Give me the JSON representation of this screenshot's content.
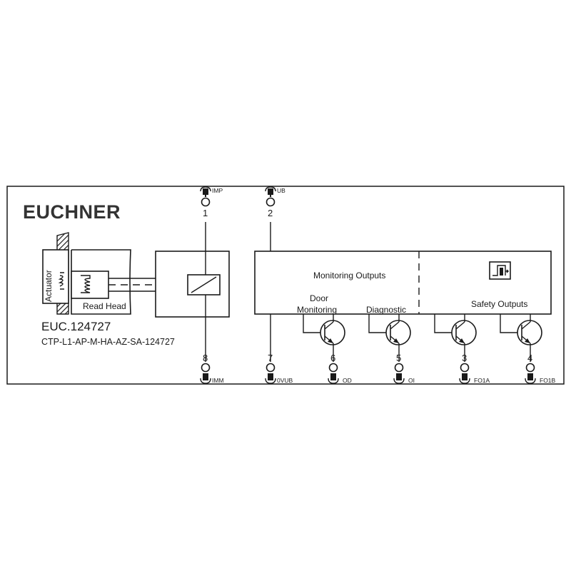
{
  "brand": {
    "logo": "EUCHNER"
  },
  "device": {
    "order_number": "EUC.124727",
    "model": "CTP-L1-AP-M-HA-AZ-SA-124727"
  },
  "labels": {
    "actuator": "Actuator",
    "read_head": "Read Head",
    "monitoring_outputs": "Monitoring Outputs",
    "door_monitoring_line1": "Door",
    "door_monitoring_line2": "Monitoring",
    "diagnostic": "Diagnostic",
    "safety_outputs": "Safety Outputs"
  },
  "terminals": {
    "imp": {
      "number": "1",
      "signal": "IMP"
    },
    "ub": {
      "number": "2",
      "signal": "UB"
    },
    "imm": {
      "number": "8",
      "signal": "IMM"
    },
    "0vub": {
      "number": "7",
      "signal": "0VUB"
    },
    "od": {
      "number": "6",
      "signal": "OD"
    },
    "oi": {
      "number": "5",
      "signal": "OI"
    },
    "fo1a": {
      "number": "3",
      "signal": "FO1A"
    },
    "fo1b": {
      "number": "4",
      "signal": "FO1B"
    }
  },
  "colors": {
    "line": "#1a1a1a",
    "background": "#ffffff",
    "logo": "#333333"
  },
  "icons": [
    "plug-connector-icon",
    "coil-icon",
    "transistor-icon",
    "safety-switch-symbol-icon",
    "relay-coil-icon"
  ]
}
